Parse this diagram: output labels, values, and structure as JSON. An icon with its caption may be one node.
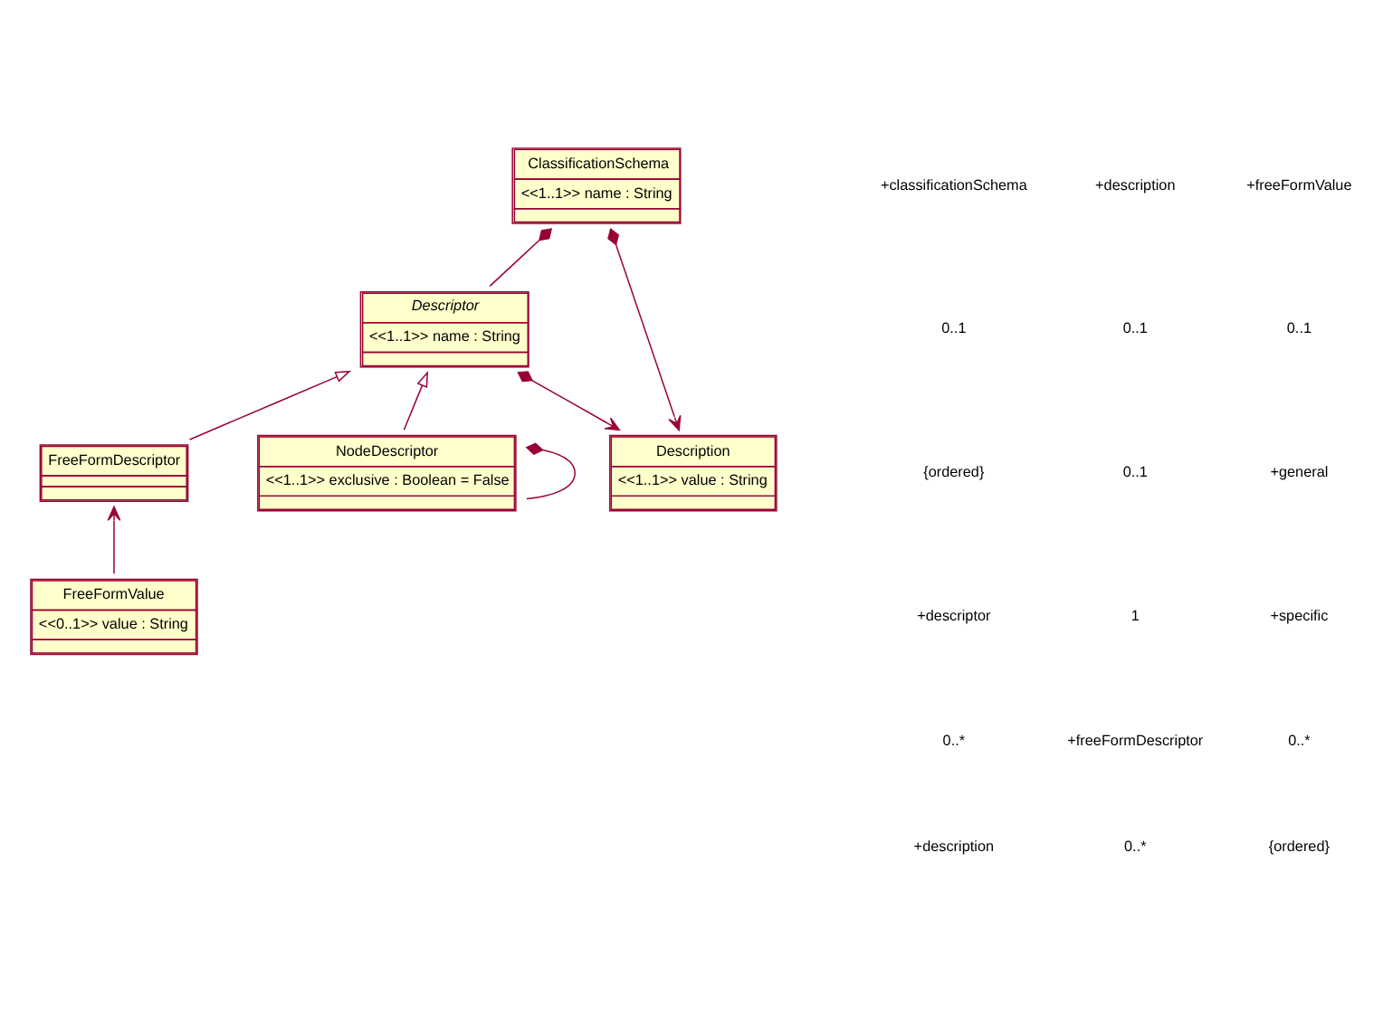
{
  "diagram": {
    "nodes": [
      {
        "text": [
          "ClassificationSchema",
          "<<1..1>> name : String"
        ]
      },
      {
        "text": [
          "Descriptor",
          "<<1..1>> name : String"
        ]
      },
      {
        "text": [
          "FreeFormDescriptor"
        ]
      },
      {
        "text": [
          "Description",
          "<<1..1>> value : String"
        ]
      },
      {
        "text": [
          "NodeDescriptor",
          "<<1..1>> exclusive : Boolean = False"
        ]
      },
      {
        "text": [
          "FreeFormValue",
          "<<0..1>> value : String"
        ]
      }
    ],
    "edges": [
      {
        "from": 0,
        "to": 1,
        "arrow": "other"
      },
      {
        "from": 0,
        "to": 3,
        "arrow": "to"
      },
      {
        "from": 1,
        "to": 3,
        "arrow": "to"
      },
      {
        "from": 2,
        "to": 1,
        "arrow": "to"
      },
      {
        "from": 4,
        "to": 1,
        "arrow": "to"
      },
      {
        "from": 5,
        "to": 2,
        "arrow": "to"
      },
      {
        "from": 4,
        "to": 4,
        "arrow": "other"
      }
    ],
    "labels": [
      "+classificationSchema",
      "0..1",
      "{ordered}",
      "+descriptor",
      "0..*",
      "+description",
      "+description",
      "0..1",
      "0..1",
      "1",
      "+freeFormDescriptor",
      "0..*",
      "+freeFormValue",
      "0..1",
      "+general",
      "+specific",
      "0..*",
      "{ordered}"
    ]
  }
}
